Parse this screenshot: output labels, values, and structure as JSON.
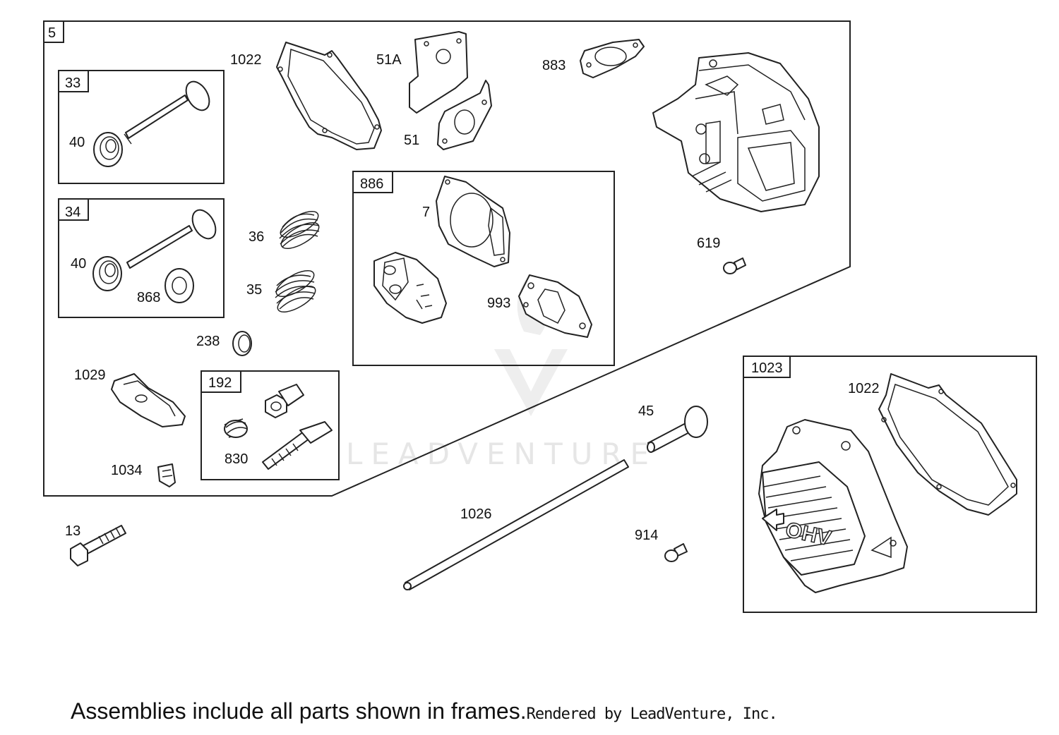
{
  "diagram": {
    "watermark": "LEADVENTURE",
    "labels": {
      "frame_5": "5",
      "frame_33": "33",
      "frame_34": "34",
      "frame_886": "886",
      "frame_192": "192",
      "frame_1023": "1023",
      "valve_spring_cap_40_top": "40",
      "valve_spring_cap_40_bottom": "40",
      "valve_seal_868": "868",
      "gasket_1022_top": "1022",
      "gasket_51A": "51A",
      "gasket_51": "51",
      "gasket_883": "883",
      "spring_36": "36",
      "spring_35": "35",
      "plug_238": "238",
      "gasket_7": "7",
      "plate_993": "993",
      "screw_619": "619",
      "rocker_1029": "1029",
      "clip_1034": "1034",
      "stud_830": "830",
      "tappet_45": "45",
      "push_rod_1026": "1026",
      "screw_914": "914",
      "gasket_1022_bottom": "1022",
      "bolt_13": "13",
      "cover_emblem": "OHV"
    }
  },
  "footer": {
    "note": "Assemblies include all parts shown in frames.",
    "rendered_by": "Rendered by LeadVenture, Inc."
  }
}
